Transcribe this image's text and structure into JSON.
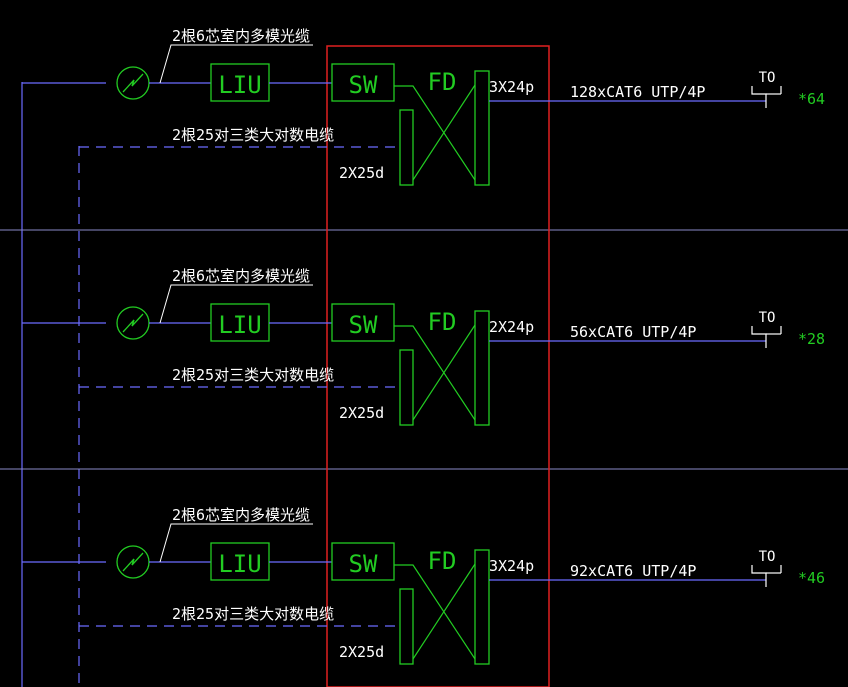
{
  "colors": {
    "background": "#000000",
    "wire": "#6b6bff",
    "equipment": "#22cc22",
    "text": "#ffffff",
    "highlight_frame": "#e02020",
    "floor_divider": "#8a8ac8"
  },
  "floors": [
    {
      "fiber_label": "2根6芯室内多模光缆",
      "liu_label": "LIU",
      "sw_label": "SW",
      "fd_label": "FD",
      "patch_label": "3X24p",
      "copper_label": "2根25对三类大对数电缆",
      "voice_label": "2X25d",
      "cable_label": "128xCAT6 UTP/4P",
      "to_label": "TO",
      "count_label": "*64"
    },
    {
      "fiber_label": "2根6芯室内多模光缆",
      "liu_label": "LIU",
      "sw_label": "SW",
      "fd_label": "FD",
      "patch_label": "2X24p",
      "copper_label": "2根25对三类大对数电缆",
      "voice_label": "2X25d",
      "cable_label": "56xCAT6 UTP/4P",
      "to_label": "TO",
      "count_label": "*28"
    },
    {
      "fiber_label": "2根6芯室内多模光缆",
      "liu_label": "LIU",
      "sw_label": "SW",
      "fd_label": "FD",
      "patch_label": "3X24p",
      "copper_label": "2根25对三类大对数电缆",
      "voice_label": "2X25d",
      "cable_label": "92xCAT6 UTP/4P",
      "to_label": "TO",
      "count_label": "*46"
    }
  ]
}
